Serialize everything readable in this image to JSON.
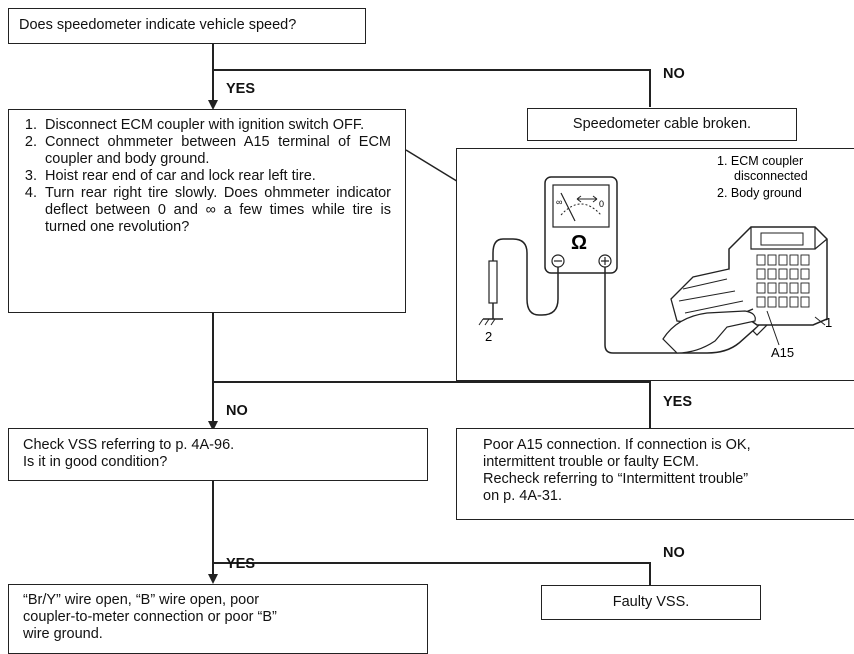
{
  "start_question": "Does speedometer indicate vehicle speed?",
  "branch_labels": {
    "yes_1": "YES",
    "no_1": "NO",
    "no_2": "NO",
    "yes_2": "YES",
    "yes_3": "YES",
    "no_3": "NO"
  },
  "step_list": [
    "Disconnect ECM coupler with ignition switch OFF.",
    "Connect ohmmeter between A15 terminal of ECM coupler and body ground.",
    "Hoist rear end of car and lock rear left tire.",
    "Turn rear right tire slowly. Does ohmmeter indicator deflect between 0 and ∞ a few times while tire is turned one revolution?"
  ],
  "speedometer_result": "Speedometer cable broken.",
  "figure": {
    "legend": [
      "1.  ECM coupler",
      "disconnected",
      "2.  Body ground"
    ],
    "label_1": "1",
    "label_2": "2",
    "label_a15": "A15",
    "meter_symbol": "Ω",
    "scale_zero": "0",
    "scale_inf": "∞"
  },
  "vss_check": [
    "Check VSS referring to p. 4A-96.",
    "Is it in good condition?"
  ],
  "poor_connection": [
    "Poor A15 connection. If connection is OK,",
    "intermittent trouble or faulty ECM.",
    "Recheck referring to “Intermittent trouble”",
    "on p. 4A-31."
  ],
  "wire_result": [
    "“Br/Y” wire open, “B” wire open, poor",
    "coupler-to-meter connection or poor “B”",
    "wire ground."
  ],
  "faulty_vss": "Faulty VSS."
}
